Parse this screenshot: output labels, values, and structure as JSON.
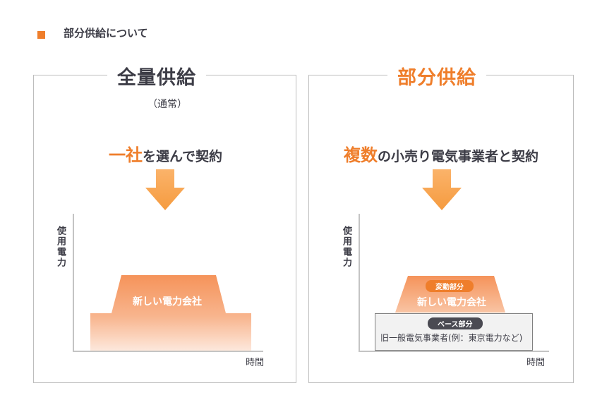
{
  "header": {
    "title": "部分供給について"
  },
  "colors": {
    "accent": "#ef7e2b",
    "text": "#3c3c46",
    "dark_pill": "#4a4a52"
  },
  "left_panel": {
    "title": "全量供給",
    "subtitle": "（通常）",
    "lead_highlight": "一社",
    "lead_rest": "を選んで契約",
    "y_axis_label": "使用電力",
    "x_axis_label": "時間",
    "shape_label": "新しい電力会社"
  },
  "right_panel": {
    "title": "部分供給",
    "lead_highlight": "複数",
    "lead_rest": "の小売り電気事業者と契約",
    "y_axis_label": "使用電力",
    "x_axis_label": "時間",
    "variable_pill": "変動部分",
    "shape_label": "新しい電力会社",
    "base_pill": "ベース部分",
    "base_label": "旧一般電気事業者(例：東京電力など)"
  }
}
